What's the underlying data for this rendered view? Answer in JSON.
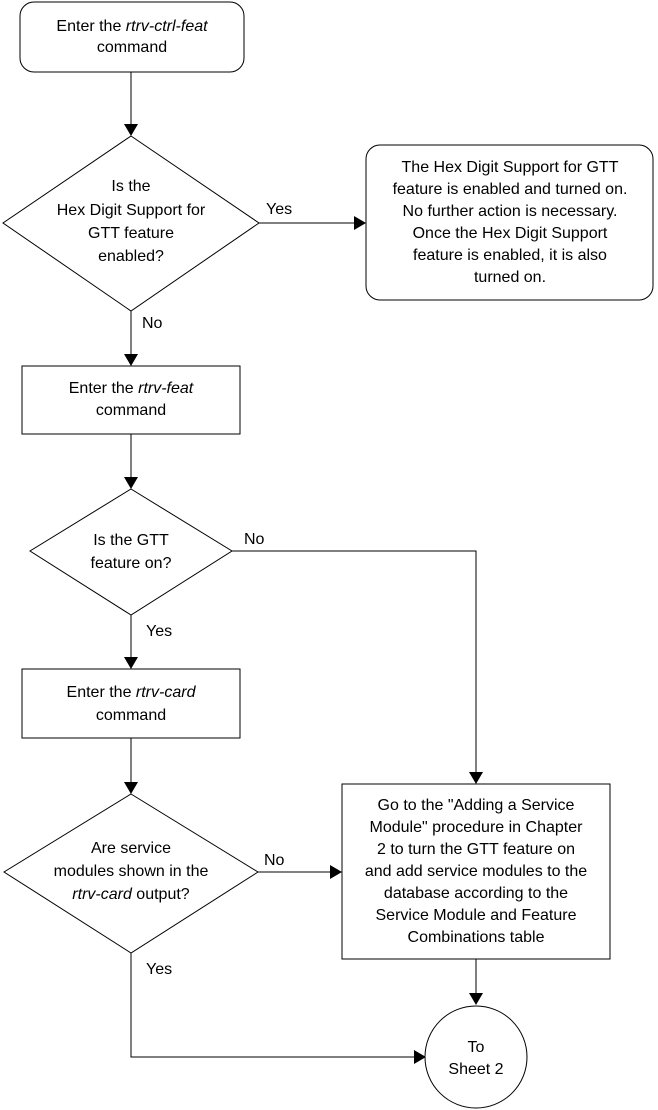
{
  "start": {
    "pre": "Enter the ",
    "cmd": "rtrv-ctrl-feat",
    "line2": "command"
  },
  "decision1": {
    "lines": [
      "Is the",
      "Hex Digit Support for",
      "GTT feature",
      "enabled?"
    ],
    "yes": "Yes",
    "no": "No"
  },
  "result_enabled": {
    "lines": [
      "The Hex Digit Support for GTT",
      "feature is enabled and turned on.",
      "No further action is necessary.",
      "Once the Hex Digit Support",
      "feature is enabled, it is also",
      "turned on."
    ]
  },
  "step_feat": {
    "pre": "Enter the ",
    "cmd": "rtrv-feat",
    "line2": "command"
  },
  "decision2": {
    "lines": [
      "Is the GTT",
      "feature on?"
    ],
    "yes": "Yes",
    "no": "No"
  },
  "step_card": {
    "pre": "Enter the ",
    "cmd": "rtrv-card",
    "line2": "command"
  },
  "decision3": {
    "line1": "Are service",
    "line2": "modules shown in the",
    "line3_cmd": "rtrv-card",
    "line3_post": " output?",
    "yes": "Yes",
    "no": "No"
  },
  "step_goto": {
    "lines": [
      "Go to the \"Adding a Service",
      "Module\" procedure in Chapter",
      "2 to turn the GTT feature on",
      "and add service modules to the",
      "database according to the",
      "Service Module and Feature",
      "Combinations table"
    ]
  },
  "connector": {
    "lines": [
      "To",
      "Sheet 2"
    ]
  }
}
